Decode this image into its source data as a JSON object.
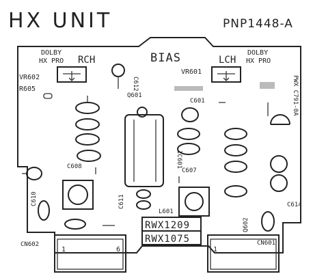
{
  "header": {
    "title": "HX UNIT",
    "part_number": "PNP1448-A"
  },
  "board": {
    "bias_label": "BIAS",
    "left_trimmer": {
      "dolby_line1": "DOLBY",
      "dolby_line2": "HX PRO",
      "channel": "RCH",
      "ref": "VR602",
      "resistor": "R605"
    },
    "right_trimmer": {
      "dolby_line1": "DOLBY",
      "dolby_line2": "HX PRO",
      "channel": "LCH",
      "ref": "VR601"
    },
    "chip_labels": {
      "upper": "RWX1209",
      "lower": "RWX1075"
    },
    "component_refs": {
      "c612": "C612",
      "c601": "C601",
      "q601": "Q601",
      "c608": "C608",
      "c607": "C607",
      "ic601": "IC601",
      "c611": "C611",
      "l601": "L601",
      "c610": "C610",
      "c614": "C614",
      "q602": "Q602",
      "cn601": "CN601",
      "cn602": "CN602"
    },
    "connector_pins": {
      "left_first": "1",
      "left_last": "6",
      "right_first": "1"
    },
    "side_code": "PWX C791-0A"
  }
}
